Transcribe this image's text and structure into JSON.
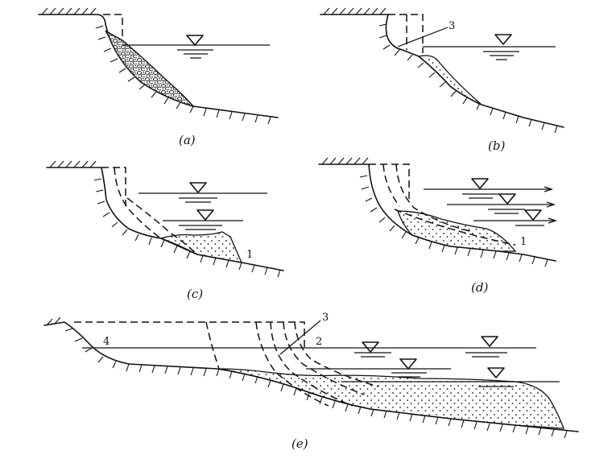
{
  "panels": [
    {
      "id": "a",
      "label": "(a)"
    },
    {
      "id": "b",
      "label": "(b)"
    },
    {
      "id": "c",
      "label": "(c)"
    },
    {
      "id": "d",
      "label": "(d)"
    },
    {
      "id": "e",
      "label": "(e)"
    }
  ],
  "callouts": {
    "b_3": "3",
    "c_1": "1",
    "d_1": "1",
    "e_3": "3",
    "e_2": "2",
    "e_4": "4"
  }
}
